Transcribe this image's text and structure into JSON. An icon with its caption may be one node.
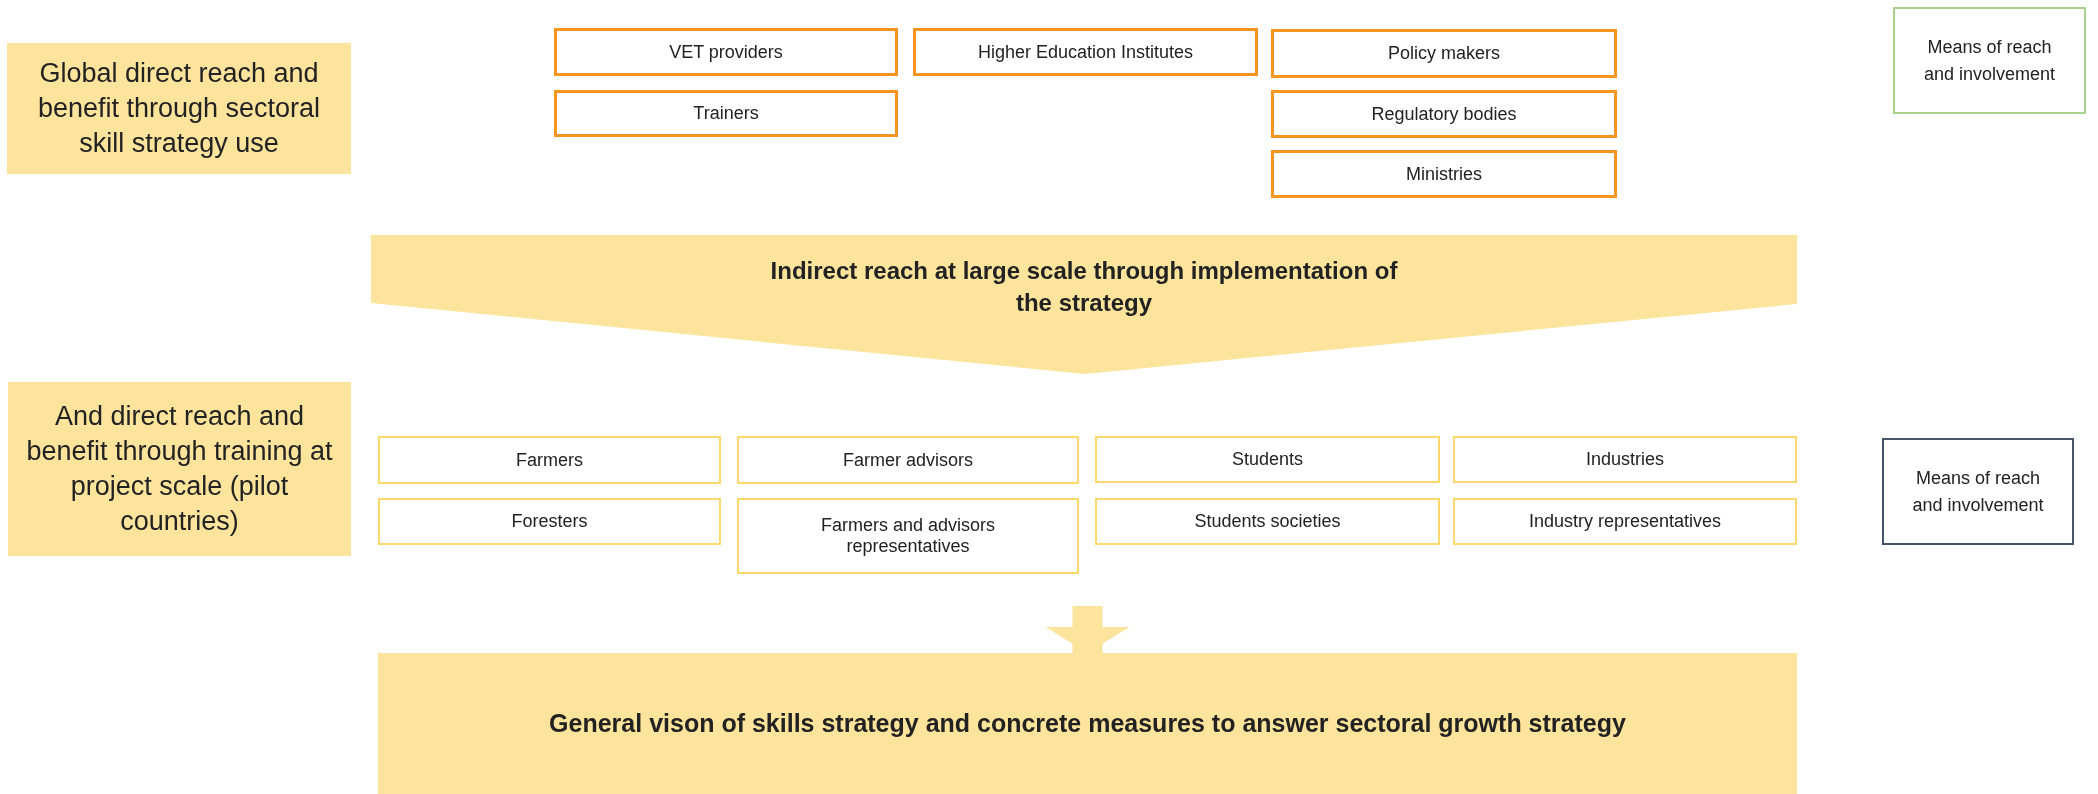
{
  "diagram": {
    "nodes": [
      {
        "text": [
          "Global direct reach and benefit through sectoral skill strategy use"
        ]
      },
      {
        "text": [
          "VET providers"
        ]
      },
      {
        "text": [
          "Higher Education Institutes"
        ]
      },
      {
        "text": [
          "Policy makers"
        ]
      },
      {
        "text": [
          "Trainers"
        ]
      },
      {
        "text": [
          "Regulatory bodies"
        ]
      },
      {
        "text": [
          "Ministries"
        ]
      },
      {
        "text": [
          "Means of reach and involvement"
        ]
      },
      {
        "text": [
          "Indirect reach at large scale through implementation of the strategy"
        ]
      },
      {
        "text": [
          "And direct reach and benefit through training at project scale (pilot countries)"
        ]
      },
      {
        "text": [
          "Farmers"
        ]
      },
      {
        "text": [
          "Farmer advisors"
        ]
      },
      {
        "text": [
          "Students"
        ]
      },
      {
        "text": [
          "Industries"
        ]
      },
      {
        "text": [
          "Means of reach and involvement"
        ]
      },
      {
        "text": [
          "Foresters"
        ]
      },
      {
        "text": [
          "Farmers and advisors representatives"
        ]
      },
      {
        "text": [
          "Students societies"
        ]
      },
      {
        "text": [
          "Industry representatives"
        ]
      },
      {
        "text": [
          "General vison of skills strategy and concrete measures to answer sectoral growth strategy"
        ]
      }
    ],
    "edges": [
      {
        "from": null,
        "to": 19,
        "arrow": "to"
      }
    ]
  }
}
